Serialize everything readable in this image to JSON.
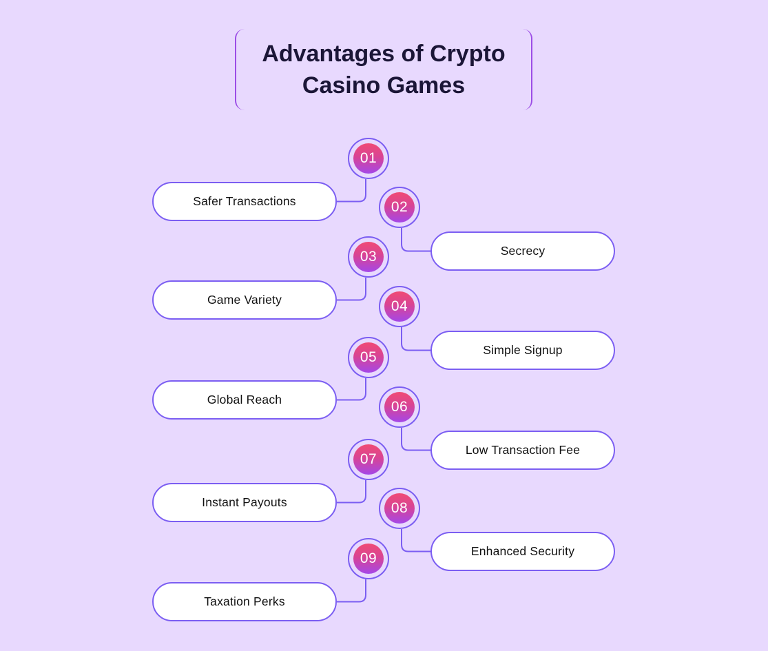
{
  "title": "Advantages of Crypto Casino Games",
  "colors": {
    "background": "#e8d9fe",
    "outline": "#7b5ef2",
    "title_border": "#9c4ee6",
    "badge_gradient_top": "#f04b74",
    "badge_gradient_bottom": "#a547e8",
    "title_text": "#1b1637"
  },
  "items": [
    {
      "number": "01",
      "label": "Safer Transactions"
    },
    {
      "number": "02",
      "label": "Secrecy"
    },
    {
      "number": "03",
      "label": "Game Variety"
    },
    {
      "number": "04",
      "label": "Simple Signup"
    },
    {
      "number": "05",
      "label": "Global Reach"
    },
    {
      "number": "06",
      "label": "Low Transaction Fee"
    },
    {
      "number": "07",
      "label": "Instant Payouts"
    },
    {
      "number": "08",
      "label": "Enhanced Security"
    },
    {
      "number": "09",
      "label": "Taxation Perks"
    }
  ]
}
